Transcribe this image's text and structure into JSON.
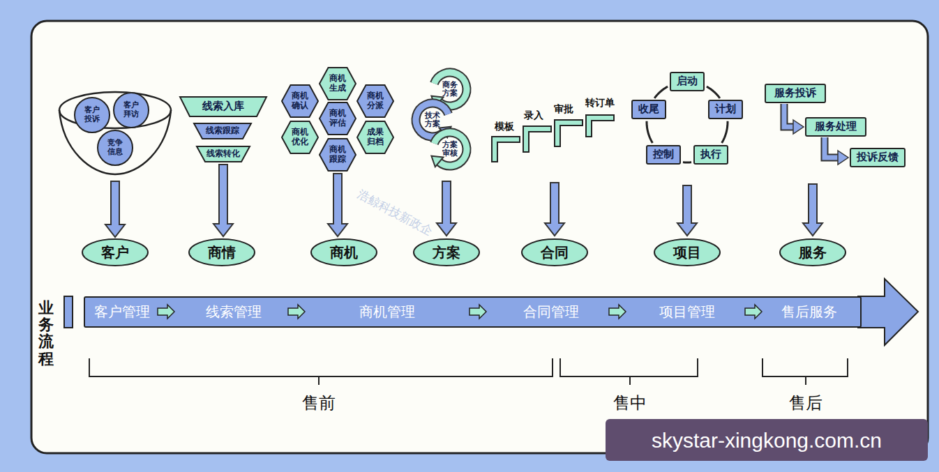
{
  "diagram": {
    "nodes": [
      {
        "text": [
          "客户投诉"
        ]
      },
      {
        "text": [
          "客户拜访"
        ]
      },
      {
        "text": [
          "竞争信息"
        ]
      },
      {
        "text": [
          "线索入库"
        ]
      },
      {
        "text": [
          "线索跟踪"
        ]
      },
      {
        "text": [
          "线索转化"
        ]
      },
      {
        "text": [
          "商机生成"
        ]
      },
      {
        "text": [
          "商机确认"
        ]
      },
      {
        "text": [
          "商机分派"
        ]
      },
      {
        "text": [
          "商机评估"
        ]
      },
      {
        "text": [
          "商机优化"
        ]
      },
      {
        "text": [
          "成果归档"
        ]
      },
      {
        "text": [
          "商机跟踪"
        ]
      },
      {
        "text": [
          "启动"
        ]
      },
      {
        "text": [
          "计划"
        ]
      },
      {
        "text": [
          "执行"
        ]
      },
      {
        "text": [
          "控制"
        ]
      },
      {
        "text": [
          "收尾"
        ]
      },
      {
        "text": [
          "服务投诉"
        ]
      },
      {
        "text": [
          "服务处理"
        ]
      },
      {
        "text": [
          "投诉反馈"
        ]
      },
      {
        "text": [
          "客户"
        ]
      },
      {
        "text": [
          "商情"
        ]
      },
      {
        "text": [
          "商机"
        ]
      },
      {
        "text": [
          "方案"
        ]
      },
      {
        "text": [
          "合同"
        ]
      },
      {
        "text": [
          "项目"
        ]
      },
      {
        "text": [
          "服务"
        ]
      },
      {
        "text": [
          "客户管理",
          "线索管理",
          "商机管理",
          "合同管理",
          "项目管理",
          "售后服务"
        ]
      }
    ],
    "edges": [
      {
        "from": 5,
        "to": 22,
        "arrow": "to"
      },
      {
        "from": 12,
        "to": 23,
        "arrow": "to"
      },
      {
        "from": 13,
        "to": 14,
        "arrow": "none"
      },
      {
        "from": 14,
        "to": 15,
        "arrow": "none"
      },
      {
        "from": 15,
        "to": 16,
        "arrow": "none"
      },
      {
        "from": 16,
        "to": 17,
        "arrow": "none"
      },
      {
        "from": 17,
        "to": 13,
        "arrow": "none"
      },
      {
        "from": 18,
        "to": 19,
        "arrow": "to"
      },
      {
        "from": 19,
        "to": 20,
        "arrow": "to"
      }
    ],
    "labels": [
      "商务方案",
      "技术方案",
      "方案审核",
      "模板",
      "录入",
      "审批",
      "转订单",
      "业务流程",
      "售前",
      "售中",
      "售后",
      "浩鲸科技新政企",
      "skystar-xingkong.com.cn"
    ]
  }
}
